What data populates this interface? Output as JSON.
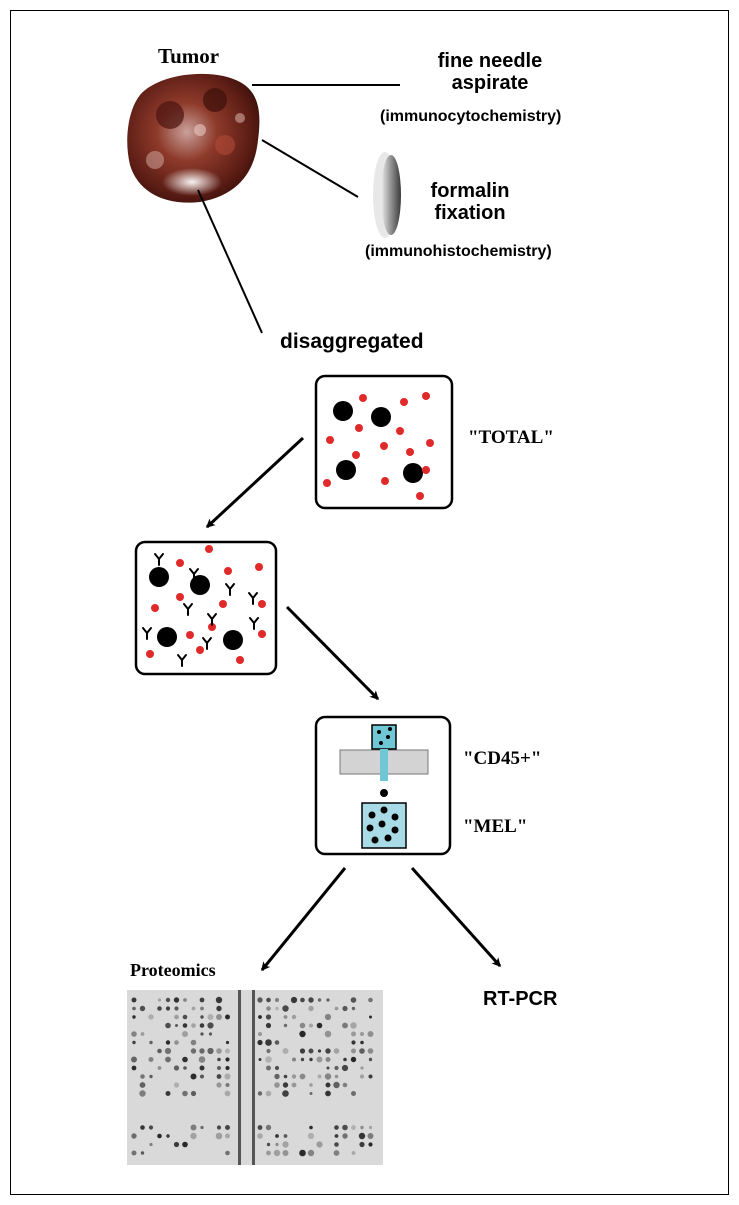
{
  "labels": {
    "tumor": "Tumor",
    "fine_needle_line1": "fine needle",
    "fine_needle_line2": "aspirate",
    "immunocytochemistry": "(immunocytochemistry)",
    "formalin_line1": "formalin",
    "formalin_line2": "fixation",
    "immunohistochemistry": "(immunohistochemistry)",
    "disaggregated": "disaggregated",
    "total": "\"TOTAL\"",
    "cd45": "\"CD45+\"",
    "mel": "\"MEL\"",
    "proteomics": "Proteomics",
    "rtpcr": "RT-PCR"
  },
  "colors": {
    "red_cell": "#e02a2a",
    "large_cell": "#000000",
    "column_fluid": "#6fc7d6",
    "collection_tube": "#a9dbe6",
    "magnet": "#d3d3d3",
    "tumor_base": "#7a2a1c"
  },
  "icons": {
    "tumor": "tumor-tissue-image",
    "fixation": "formalin-slide-icon",
    "antibody": "antibody-y-icon",
    "separation": "magnetic-column-icon",
    "array": "protein-array-image"
  }
}
